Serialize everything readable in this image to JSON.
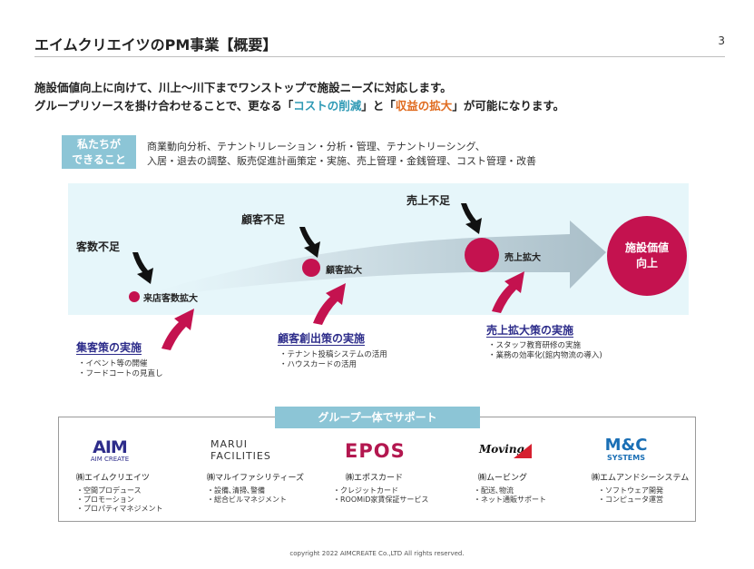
{
  "header": {
    "title": "エイムクリエイツのPM事業【概要】",
    "page_number": "3"
  },
  "lead": {
    "line1": "施設価値向上に向けて、川上〜川下までワンストップで施設ニーズに対応します。",
    "line2_pre": "グループリソースを掛け合わせることで、更なる「",
    "line2_hl1": "コストの削減",
    "line2_mid": "」と「",
    "line2_hl2": "収益の拡大",
    "line2_post": "」が可能になります。"
  },
  "cando": {
    "label_line1": "私たちが",
    "label_line2": "できること",
    "text_line1": "商業動向分析、テナントリレーション・分析・管理、テナントリーシング、",
    "text_line2": "入居・退去の調整、販売促進計画策定・実施、売上管理・金銭管理、コスト管理・改善"
  },
  "flow": {
    "problems": [
      "客数不足",
      "顧客不足",
      "売上不足"
    ],
    "stages": [
      "来店客数拡大",
      "顧客拡大",
      "売上拡大"
    ],
    "goal_line1": "施設価値",
    "goal_line2": "向上"
  },
  "measures": [
    {
      "title": "集客策の実施",
      "items": [
        "・イベント等の開催",
        "・フードコートの見直し"
      ]
    },
    {
      "title": "顧客創出策の実施",
      "items": [
        "・テナント投稿システムの活用",
        "・ハウスカードの活用"
      ]
    },
    {
      "title": "売上拡大策の実施",
      "items": [
        "・スタッフ教育研修の実施",
        "・業務の効率化(館内物流の導入)"
      ]
    }
  ],
  "group": {
    "label": "グループ一体でサポート",
    "companies": [
      {
        "logo_main": "AIM",
        "logo_sub": "AIM CREATE",
        "name": "㈱エイムクリエイツ",
        "items": [
          "・空間プロデュース",
          "・プロモーション",
          "・プロパティマネジメント"
        ]
      },
      {
        "logo_main": "MARUI",
        "logo_sub": "FACILITIES",
        "name": "㈱マルイファシリティーズ",
        "items": [
          "・設備､清掃､警備",
          "・総合ビルマネジメント"
        ]
      },
      {
        "logo_main": "EPOS",
        "logo_sub": "",
        "name": "㈱エポスカード",
        "items": [
          "・クレジットカード",
          "・ROOMiD家賃保証サービス"
        ]
      },
      {
        "logo_main": "Moving",
        "logo_sub": "",
        "name": "㈱ムービング",
        "items": [
          "・配送､物流",
          "・ネット通販サポート"
        ]
      },
      {
        "logo_main": "M&C",
        "logo_sub": "SYSTEMS",
        "name": "㈱エムアンドシーシステム",
        "items": [
          "・ソフトウェア開発",
          "・コンピュータ運営"
        ]
      }
    ]
  },
  "footer": {
    "copyright": "copyright 2022 AIMCREATE Co.,LTD All rights reserved."
  },
  "colors": {
    "accent_teal": "#8cc5d6",
    "magenta": "#c4124f",
    "navy": "#2d2c8a",
    "orange": "#e06b1f",
    "band": "#e6f6fa"
  }
}
